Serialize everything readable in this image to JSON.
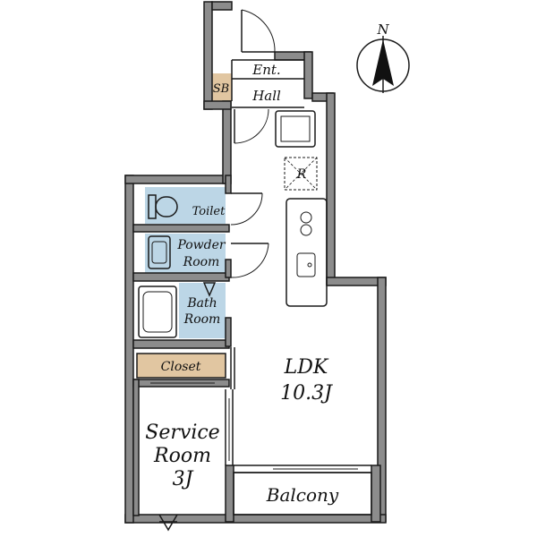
{
  "compass": {
    "letter": "N"
  },
  "rooms": {
    "entrance": "Ent.",
    "shoe_box": "SB",
    "hall": "Hall",
    "refrigerator": "R",
    "toilet": "Toilet",
    "powder_room_line1": "Powder",
    "powder_room_line2": "Room",
    "bath_line1": "Bath",
    "bath_line2": "Room",
    "closet": "Closet",
    "ldk_line1": "LDK",
    "ldk_line2": "10.3J",
    "service_line1": "Service",
    "service_line2": "Room",
    "service_line3": "3J",
    "balcony": "Balcony"
  },
  "colors": {
    "wet_area": "#bcd6e6",
    "storage": "#e1c6a1",
    "wall": "#8c8c8c"
  }
}
